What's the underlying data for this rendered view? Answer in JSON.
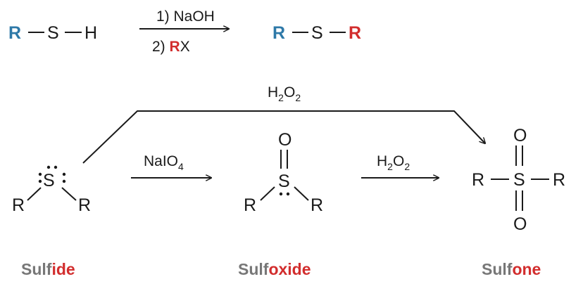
{
  "colors": {
    "blue_r": "#2e79a8",
    "red_r": "#d22d2d",
    "gray_label": "#777777",
    "red_label": "#d22d2d",
    "ink": "#1a1a1a"
  },
  "top_reaction": {
    "reactant": {
      "r": "R",
      "s": "S",
      "h": "H"
    },
    "conditions": {
      "step1": "1) NaOH",
      "step2_prefix": "2) ",
      "step2_r": "R",
      "step2_x": "X"
    },
    "product": {
      "r1": "R",
      "s": "S",
      "r2": "R"
    }
  },
  "bottom_reaction": {
    "top_reagent": {
      "main": "H",
      "sub1": "2",
      "o": "O",
      "sub2": "2"
    },
    "reagent1": {
      "main": "NaIO",
      "sub": "4"
    },
    "reagent2": {
      "main": "H",
      "sub1": "2",
      "o": "O",
      "sub2": "2"
    },
    "sulfide": {
      "s": "S",
      "r_left": "R",
      "r_right": "R"
    },
    "sulfoxide": {
      "s": "S",
      "o": "O",
      "r_left": "R",
      "r_right": "R"
    },
    "sulfone": {
      "s": "S",
      "o_top": "O",
      "o_bottom": "O",
      "r_left": "R",
      "r_right": "R"
    }
  },
  "labels": {
    "sulfide": {
      "stem": "Sulf",
      "suffix": "ide"
    },
    "sulfoxide": {
      "stem": "Sulf",
      "suffix": "oxide"
    },
    "sulfone": {
      "stem": "Sulf",
      "suffix": "one"
    }
  }
}
